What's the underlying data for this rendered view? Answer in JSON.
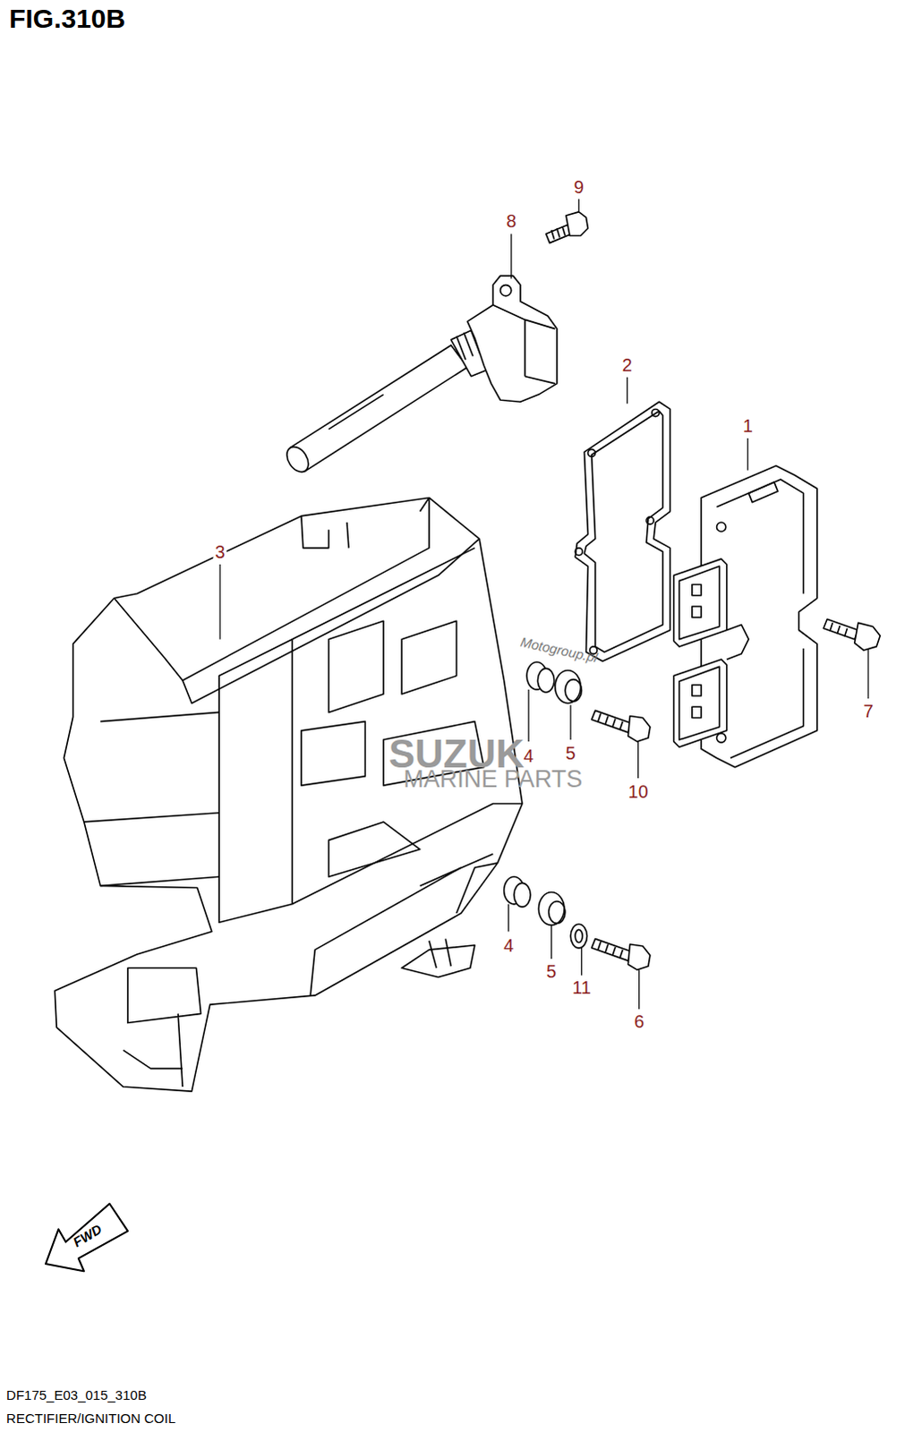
{
  "diagram": {
    "title": "FIG.310B",
    "caption": "RECTIFIER/IGNITION COIL",
    "labels": [
      "9",
      "8",
      "2",
      "1",
      "3",
      "7",
      "4",
      "5",
      "10",
      "4",
      "5",
      "11",
      "6",
      "Motogroup.pl",
      "SUZUK",
      "MARINE PARTS",
      "FWD",
      "DF175_E03_015_310B"
    ]
  }
}
